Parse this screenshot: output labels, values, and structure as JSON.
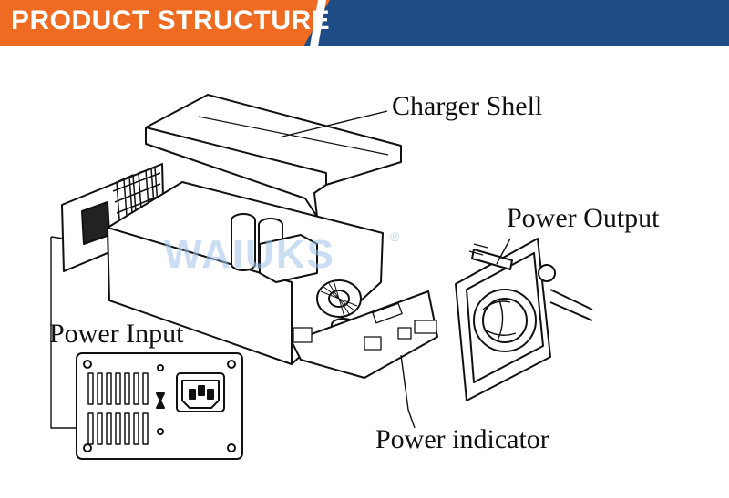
{
  "banner": {
    "title": "PRODUCT STRUCTURE",
    "orange": "#ef6b21",
    "blue": "#1d4c86"
  },
  "labels": {
    "charger_shell": "Charger Shell",
    "power_output": "Power Output",
    "power_input": "Power Input",
    "power_indicator": "Power indicator"
  },
  "watermark": {
    "text": "WAIUKS",
    "mark": "®"
  }
}
